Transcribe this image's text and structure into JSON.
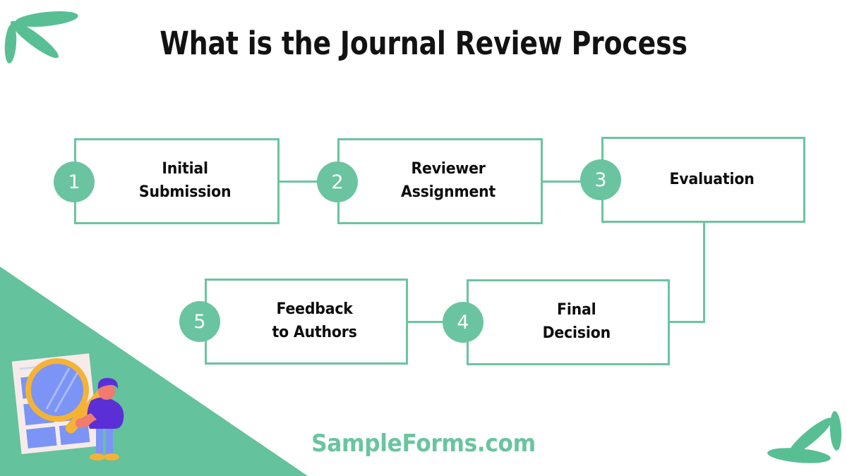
{
  "page": {
    "title": "What is the Journal Review Process",
    "brand": "SampleForms.com",
    "background_color": "#ffffff"
  },
  "theme": {
    "accent_green": "#6bc4a0",
    "text_dark": "#0d0d0d",
    "illustration_blue": "#7b94f5",
    "illustration_purple": "#5b2fd6",
    "illustration_yellow": "#f5b335",
    "illustration_paper": "#f7ebea"
  },
  "decorations": {
    "top_left_leaves": "leaf-cluster-icon",
    "bottom_right_leaves": "leaf-cluster-icon",
    "corner_triangle": "corner-triangle-shape",
    "illustration": "person-with-magnifier-reviewing-document-illustration"
  },
  "flow": {
    "steps": [
      {
        "number": "1",
        "label": "Initial\nSubmission"
      },
      {
        "number": "2",
        "label": "Reviewer\nAssignment"
      },
      {
        "number": "3",
        "label": "Evaluation"
      },
      {
        "number": "4",
        "label": "Final\nDecision"
      },
      {
        "number": "5",
        "label": "Feedback\nto Authors"
      }
    ]
  }
}
